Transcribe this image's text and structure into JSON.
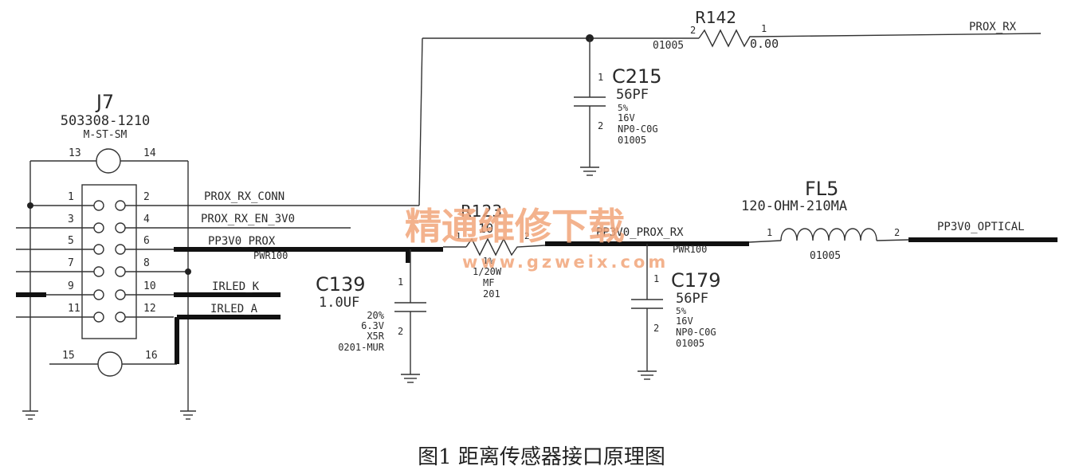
{
  "j7": {
    "ref": "J7",
    "part": "503308-1210",
    "pkg": "M-ST-SM",
    "pins": [
      "1",
      "2",
      "3",
      "4",
      "5",
      "6",
      "7",
      "8",
      "9",
      "10",
      "11",
      "12",
      "13",
      "14",
      "15",
      "16"
    ]
  },
  "nets": {
    "prox_rx_conn": "PROX_RX_CONN",
    "prox_rx_en": "PROX_RX_EN_3V0",
    "pp3v0_prox": "PP3V0_PROX",
    "pwr100_a": "PWR100",
    "irled_k": "IRLED_K",
    "irled_a": "IRLED_A",
    "prox_rx": "PROX_RX",
    "pp3v0_prox_rx": "PP3V0_PROX_RX",
    "pwr100_b": "PWR100",
    "pp3v0_optical": "PP3V0_OPTICAL"
  },
  "r142": {
    "ref": "R142",
    "pkg": "01005",
    "value": "0.00",
    "pin1": "1",
    "pin2": "2"
  },
  "c215": {
    "ref": "C215",
    "value": "56PF",
    "tol": "5%",
    "volt": "16V",
    "type": "NP0-C0G",
    "pkg": "01005",
    "pin1": "1",
    "pin2": "2"
  },
  "r123": {
    "ref": "R123",
    "value": "10",
    "tol": "1%",
    "power": "1/20W",
    "type": "MF",
    "pkg": "201",
    "pin1": "1",
    "pin2": "2"
  },
  "fl5": {
    "ref": "FL5",
    "value": "120-OHM-210MA",
    "pkg": "01005",
    "pin1": "1",
    "pin2": "2"
  },
  "c139": {
    "ref": "C139",
    "value": "1.0UF",
    "tol": "20%",
    "volt": "6.3V",
    "type": "X5R",
    "pkg": "0201-MUR",
    "pin1": "1",
    "pin2": "2"
  },
  "c179": {
    "ref": "C179",
    "value": "56PF",
    "tol": "5%",
    "volt": "16V",
    "type": "NP0-C0G",
    "pkg": "01005",
    "pin1": "1",
    "pin2": "2"
  },
  "watermark": {
    "cn": "精通维修下载",
    "url": "www.gzweix.com"
  },
  "caption": "图1 距离传感器接口原理图"
}
